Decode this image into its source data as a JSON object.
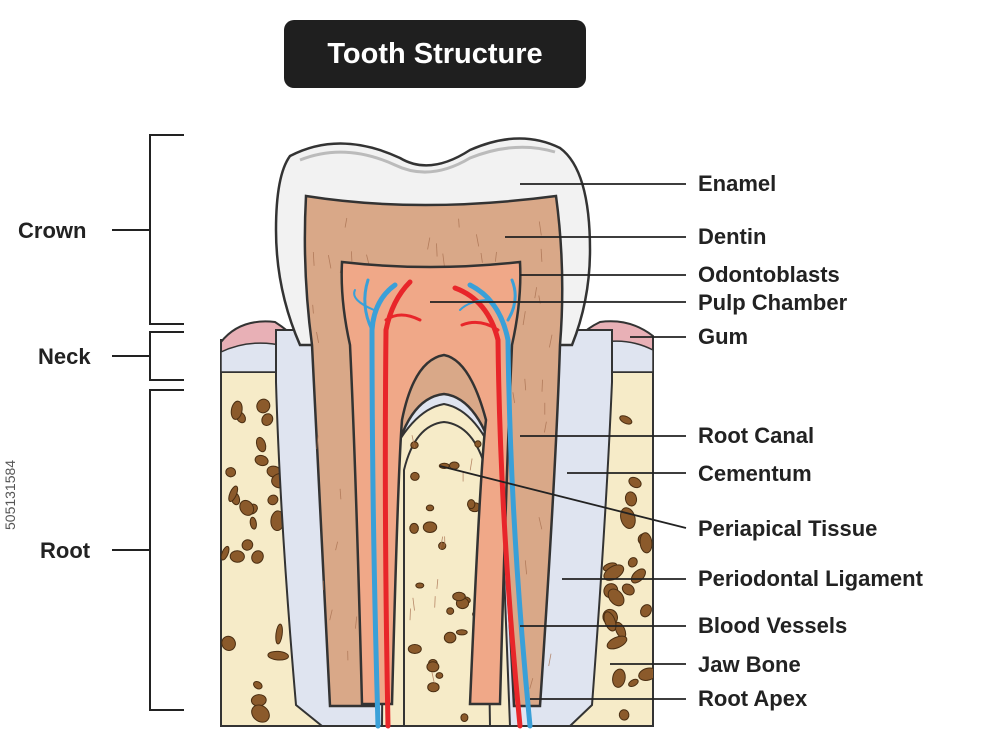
{
  "title": "Tooth Structure",
  "sections": [
    "Crown",
    "Neck",
    "Root"
  ],
  "labels": [
    "Enamel",
    "Dentin",
    "Odontoblasts",
    "Pulp Chamber",
    "Gum",
    "Root Canal",
    "Cementum",
    "Periapical Tissue",
    "Periodontal Ligament",
    "Blood Vessels",
    "Jaw Bone",
    "Root Apex"
  ],
  "stock_id": "505131584",
  "colors": {
    "enamel": "#f2f2f2",
    "dentin": "#d9a888",
    "pulp": "#f0a888",
    "gum": "#e8b0b6",
    "bone": "#f6ebc8",
    "bone_pores": "#8b5a2b",
    "ligament": "#dfe4f0",
    "artery": "#e8262a",
    "vein": "#3aa0d8"
  }
}
